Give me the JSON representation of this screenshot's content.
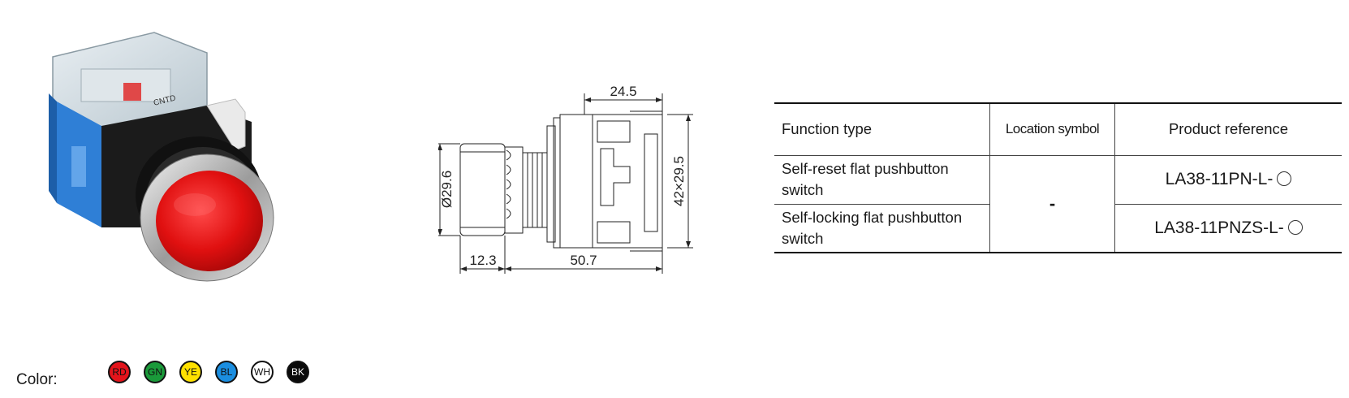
{
  "product_image": {
    "label_lettering": "CNTD"
  },
  "drawing": {
    "dim_top": "24.5",
    "dim_diameter": "Ø29.6",
    "dim_height": "42×29.5",
    "dim_bottom_left": "12.3",
    "dim_bottom_right": "50.7"
  },
  "table": {
    "headers": [
      "Function type",
      "Location symbol",
      "Product reference"
    ],
    "rows": [
      {
        "function": "Self-reset flat pushbutton switch",
        "reference": "LA38-11PN-L-"
      },
      {
        "function": "Self-locking flat pushbutton switch",
        "reference": "LA38-11PNZS-L-"
      }
    ],
    "location_symbol": "-"
  },
  "color": {
    "label": "Color:",
    "swatches": [
      {
        "code": "RD",
        "fill": "#e3141b",
        "text": "#111111"
      },
      {
        "code": "GN",
        "fill": "#1a9a3a",
        "text": "#111111"
      },
      {
        "code": "YE",
        "fill": "#ffe100",
        "text": "#111111"
      },
      {
        "code": "BL",
        "fill": "#1b8ee0",
        "text": "#111111"
      },
      {
        "code": "WH",
        "fill": "#ffffff",
        "text": "#111111"
      },
      {
        "code": "BK",
        "fill": "#0a0a0a",
        "text": "#ffffff"
      }
    ]
  }
}
